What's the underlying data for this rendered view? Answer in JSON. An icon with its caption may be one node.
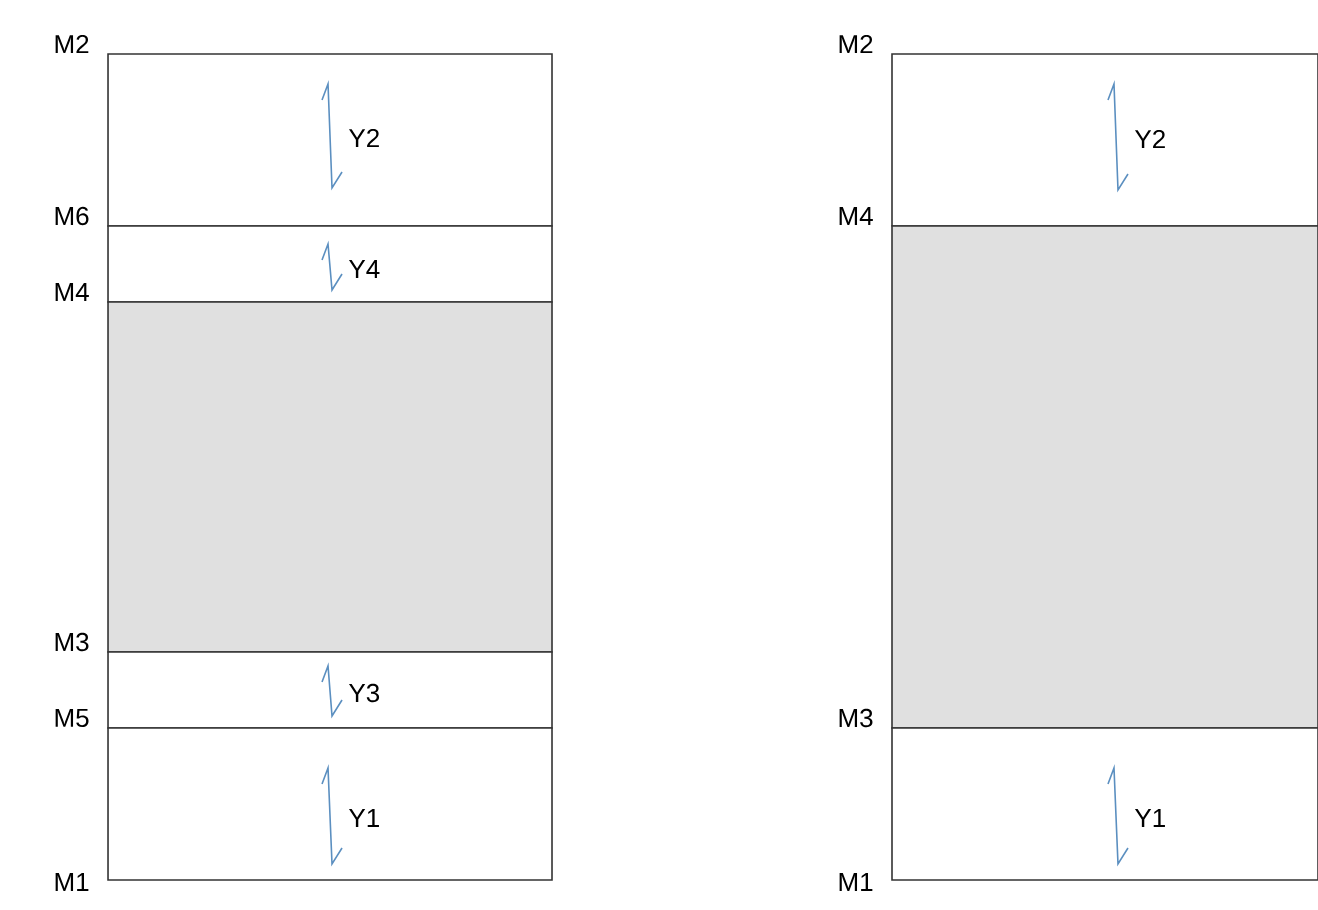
{
  "diagram": {
    "nodes": [
      {
        "text": [
          "Y2"
        ]
      },
      {
        "text": [
          "Y4"
        ]
      },
      {
        "text": [],
        "shape": "box"
      },
      {
        "text": [
          "Y3"
        ]
      },
      {
        "text": [
          "Y1"
        ]
      },
      {
        "text": [
          "Y2"
        ]
      },
      {
        "text": [],
        "shape": "box"
      },
      {
        "text": [
          "Y1"
        ]
      }
    ],
    "labels": [
      "M2",
      "M6",
      "M4",
      "M3",
      "M5",
      "M1",
      "M2",
      "M4",
      "M3",
      "M1"
    ]
  }
}
